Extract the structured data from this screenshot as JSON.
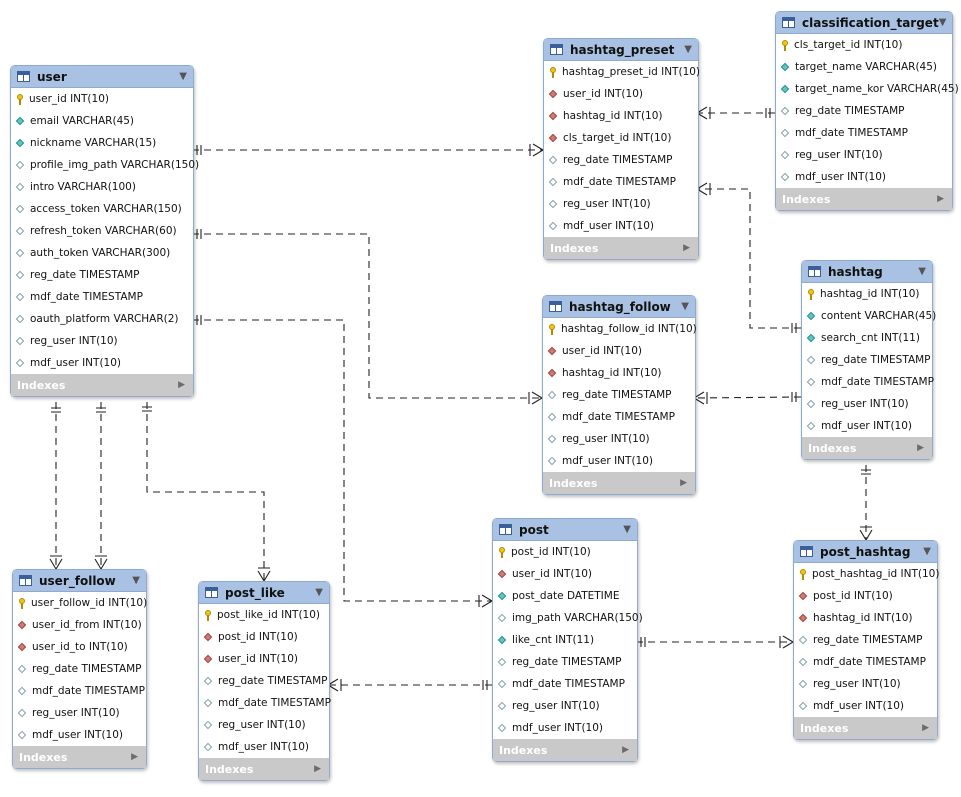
{
  "diagram": {
    "indexes_label": "Indexes",
    "tables": [
      {
        "name": "user",
        "columns": [
          {
            "key": "pk",
            "text": "user_id INT(10)"
          },
          {
            "key": "nn",
            "text": "email VARCHAR(45)"
          },
          {
            "key": "nn",
            "text": "nickname VARCHAR(15)"
          },
          {
            "key": "nl",
            "text": "profile_img_path VARCHAR(150)"
          },
          {
            "key": "nl",
            "text": "intro VARCHAR(100)"
          },
          {
            "key": "nl",
            "text": "access_token VARCHAR(150)"
          },
          {
            "key": "nl",
            "text": "refresh_token VARCHAR(60)"
          },
          {
            "key": "nl",
            "text": "auth_token VARCHAR(300)"
          },
          {
            "key": "nl",
            "text": "reg_date TIMESTAMP"
          },
          {
            "key": "nl",
            "text": "mdf_date TIMESTAMP"
          },
          {
            "key": "nl",
            "text": "oauth_platform VARCHAR(2)"
          },
          {
            "key": "nl",
            "text": "reg_user INT(10)"
          },
          {
            "key": "nl",
            "text": "mdf_user INT(10)"
          }
        ]
      },
      {
        "name": "hashtag_preset",
        "columns": [
          {
            "key": "pk",
            "text": "hashtag_preset_id INT(10)"
          },
          {
            "key": "fk",
            "text": "user_id INT(10)"
          },
          {
            "key": "fk",
            "text": "hashtag_id INT(10)"
          },
          {
            "key": "fk",
            "text": "cls_target_id INT(10)"
          },
          {
            "key": "nl",
            "text": "reg_date TIMESTAMP"
          },
          {
            "key": "nl",
            "text": "mdf_date TIMESTAMP"
          },
          {
            "key": "nl",
            "text": "reg_user INT(10)"
          },
          {
            "key": "nl",
            "text": "mdf_user INT(10)"
          }
        ]
      },
      {
        "name": "classification_target",
        "columns": [
          {
            "key": "pk",
            "text": "cls_target_id INT(10)"
          },
          {
            "key": "nn",
            "text": "target_name VARCHAR(45)"
          },
          {
            "key": "nn",
            "text": "target_name_kor VARCHAR(45)"
          },
          {
            "key": "nl",
            "text": "reg_date TIMESTAMP"
          },
          {
            "key": "nl",
            "text": "mdf_date TIMESTAMP"
          },
          {
            "key": "nl",
            "text": "reg_user INT(10)"
          },
          {
            "key": "nl",
            "text": "mdf_user INT(10)"
          }
        ]
      },
      {
        "name": "hashtag",
        "columns": [
          {
            "key": "pk",
            "text": "hashtag_id INT(10)"
          },
          {
            "key": "nn",
            "text": "content VARCHAR(45)"
          },
          {
            "key": "nn",
            "text": "search_cnt INT(11)"
          },
          {
            "key": "nl",
            "text": "reg_date TIMESTAMP"
          },
          {
            "key": "nl",
            "text": "mdf_date TIMESTAMP"
          },
          {
            "key": "nl",
            "text": "reg_user INT(10)"
          },
          {
            "key": "nl",
            "text": "mdf_user INT(10)"
          }
        ]
      },
      {
        "name": "hashtag_follow",
        "columns": [
          {
            "key": "pk",
            "text": "hashtag_follow_id INT(10)"
          },
          {
            "key": "fk",
            "text": "user_id INT(10)"
          },
          {
            "key": "fk",
            "text": "hashtag_id INT(10)"
          },
          {
            "key": "nl",
            "text": "reg_date TIMESTAMP"
          },
          {
            "key": "nl",
            "text": "mdf_date TIMESTAMP"
          },
          {
            "key": "nl",
            "text": "reg_user INT(10)"
          },
          {
            "key": "nl",
            "text": "mdf_user INT(10)"
          }
        ]
      },
      {
        "name": "post",
        "columns": [
          {
            "key": "pk",
            "text": "post_id INT(10)"
          },
          {
            "key": "fk",
            "text": "user_id INT(10)"
          },
          {
            "key": "nn",
            "text": "post_date DATETIME"
          },
          {
            "key": "nl",
            "text": "img_path VARCHAR(150)"
          },
          {
            "key": "nn",
            "text": "like_cnt INT(11)"
          },
          {
            "key": "nl",
            "text": "reg_date TIMESTAMP"
          },
          {
            "key": "nl",
            "text": "mdf_date TIMESTAMP"
          },
          {
            "key": "nl",
            "text": "reg_user INT(10)"
          },
          {
            "key": "nl",
            "text": "mdf_user INT(10)"
          }
        ]
      },
      {
        "name": "post_hashtag",
        "columns": [
          {
            "key": "pk",
            "text": "post_hashtag_id INT(10)"
          },
          {
            "key": "fk",
            "text": "post_id INT(10)"
          },
          {
            "key": "fk",
            "text": "hashtag_id INT(10)"
          },
          {
            "key": "nl",
            "text": "reg_date TIMESTAMP"
          },
          {
            "key": "nl",
            "text": "mdf_date TIMESTAMP"
          },
          {
            "key": "nl",
            "text": "reg_user INT(10)"
          },
          {
            "key": "nl",
            "text": "mdf_user INT(10)"
          }
        ]
      },
      {
        "name": "user_follow",
        "columns": [
          {
            "key": "pk",
            "text": "user_follow_id INT(10)"
          },
          {
            "key": "fk",
            "text": "user_id_from INT(10)"
          },
          {
            "key": "fk",
            "text": "user_id_to INT(10)"
          },
          {
            "key": "nl",
            "text": "reg_date TIMESTAMP"
          },
          {
            "key": "nl",
            "text": "mdf_date TIMESTAMP"
          },
          {
            "key": "nl",
            "text": "reg_user INT(10)"
          },
          {
            "key": "nl",
            "text": "mdf_user INT(10)"
          }
        ]
      },
      {
        "name": "post_like",
        "columns": [
          {
            "key": "pk",
            "text": "post_like_id INT(10)"
          },
          {
            "key": "fk",
            "text": "post_id INT(10)"
          },
          {
            "key": "fk",
            "text": "user_id INT(10)"
          },
          {
            "key": "nl",
            "text": "reg_date TIMESTAMP"
          },
          {
            "key": "nl",
            "text": "mdf_date TIMESTAMP"
          },
          {
            "key": "nl",
            "text": "reg_user INT(10)"
          },
          {
            "key": "nl",
            "text": "mdf_user INT(10)"
          }
        ]
      }
    ],
    "relationships": [
      {
        "from": "user",
        "to": "hashtag_preset"
      },
      {
        "from": "user",
        "to": "hashtag_follow"
      },
      {
        "from": "user",
        "to": "post"
      },
      {
        "from": "user",
        "to": "user_follow"
      },
      {
        "from": "user",
        "to": "user_follow"
      },
      {
        "from": "user",
        "to": "post_like"
      },
      {
        "from": "classification_target",
        "to": "hashtag_preset"
      },
      {
        "from": "hashtag",
        "to": "hashtag_preset"
      },
      {
        "from": "hashtag",
        "to": "hashtag_follow"
      },
      {
        "from": "hashtag",
        "to": "post_hashtag"
      },
      {
        "from": "post",
        "to": "post_hashtag"
      },
      {
        "from": "post",
        "to": "post_like"
      }
    ]
  }
}
